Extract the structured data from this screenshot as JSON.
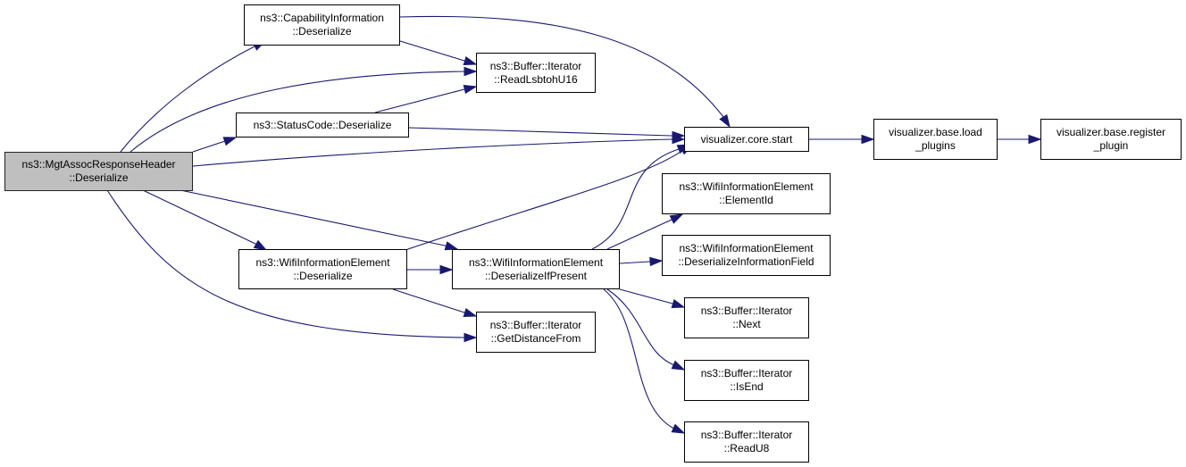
{
  "diagram": {
    "type": "call-graph",
    "edge_color": "#191970",
    "root_fill": "#bfbfbf",
    "nodes": [
      {
        "id": "n0",
        "lines": [
          "ns3::MgtAssocResponseHeader",
          "::Deserialize"
        ],
        "root": true
      },
      {
        "id": "n1",
        "lines": [
          "ns3::CapabilityInformation",
          "::Deserialize"
        ]
      },
      {
        "id": "n2",
        "lines": [
          "ns3::Buffer::Iterator",
          "::ReadLsbtohU16"
        ]
      },
      {
        "id": "n3",
        "lines": [
          "ns3::StatusCode::Deserialize"
        ]
      },
      {
        "id": "n4",
        "lines": [
          "visualizer.core.start"
        ]
      },
      {
        "id": "n5",
        "lines": [
          "visualizer.base.load",
          "_plugins"
        ]
      },
      {
        "id": "n6",
        "lines": [
          "visualizer.base.register",
          "_plugin"
        ]
      },
      {
        "id": "n7",
        "lines": [
          "ns3::WifiInformationElement",
          "::ElementId"
        ]
      },
      {
        "id": "n8",
        "lines": [
          "ns3::WifiInformationElement",
          "::DeserializeInformationField"
        ]
      },
      {
        "id": "n9",
        "lines": [
          "ns3::WifiInformationElement",
          "::Deserialize"
        ]
      },
      {
        "id": "n10",
        "lines": [
          "ns3::WifiInformationElement",
          "::DeserializeIfPresent"
        ]
      },
      {
        "id": "n11",
        "lines": [
          "ns3::Buffer::Iterator",
          "::GetDistanceFrom"
        ]
      },
      {
        "id": "n12",
        "lines": [
          "ns3::Buffer::Iterator",
          "::Next"
        ]
      },
      {
        "id": "n13",
        "lines": [
          "ns3::Buffer::Iterator",
          "::IsEnd"
        ]
      },
      {
        "id": "n14",
        "lines": [
          "ns3::Buffer::Iterator",
          "::ReadU8"
        ]
      }
    ],
    "edges": [
      {
        "from": "n0",
        "to": "n1"
      },
      {
        "from": "n0",
        "to": "n2"
      },
      {
        "from": "n0",
        "to": "n3"
      },
      {
        "from": "n0",
        "to": "n4"
      },
      {
        "from": "n0",
        "to": "n9"
      },
      {
        "from": "n0",
        "to": "n10"
      },
      {
        "from": "n0",
        "to": "n11"
      },
      {
        "from": "n1",
        "to": "n2"
      },
      {
        "from": "n1",
        "to": "n4"
      },
      {
        "from": "n3",
        "to": "n2"
      },
      {
        "from": "n3",
        "to": "n4"
      },
      {
        "from": "n4",
        "to": "n5"
      },
      {
        "from": "n5",
        "to": "n6"
      },
      {
        "from": "n9",
        "to": "n4"
      },
      {
        "from": "n9",
        "to": "n10"
      },
      {
        "from": "n9",
        "to": "n11"
      },
      {
        "from": "n10",
        "to": "n4"
      },
      {
        "from": "n10",
        "to": "n7"
      },
      {
        "from": "n10",
        "to": "n8"
      },
      {
        "from": "n10",
        "to": "n12"
      },
      {
        "from": "n10",
        "to": "n13"
      },
      {
        "from": "n10",
        "to": "n14"
      }
    ]
  }
}
